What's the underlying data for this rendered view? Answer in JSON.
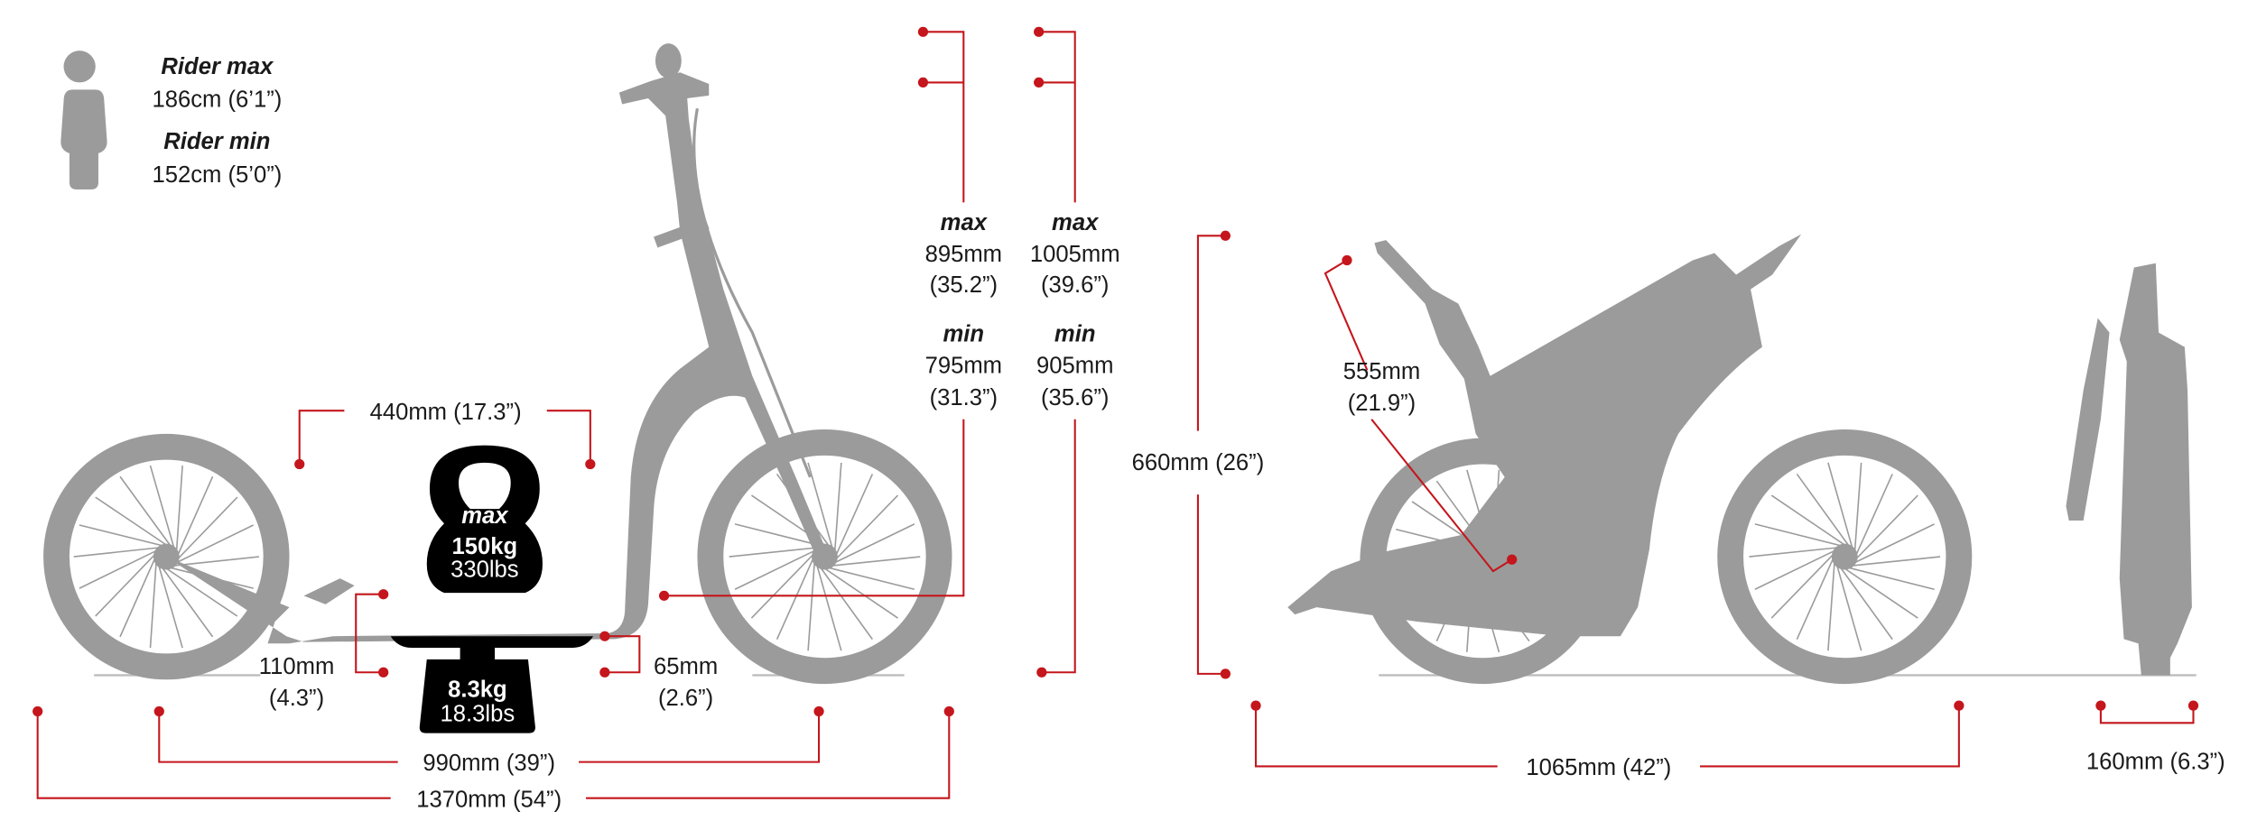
{
  "rider": {
    "max_label": "Rider max",
    "max_value": "186cm (6’1”)",
    "min_label": "Rider min",
    "min_value": "152cm (5’0”)"
  },
  "load": {
    "label": "max",
    "value": "150kg",
    "sub": "330lbs"
  },
  "weight": {
    "value": "8.3kg",
    "sub": "18.3lbs"
  },
  "dimensions": {
    "deck_length": "440mm (17.3”)",
    "deck_height": "110mm",
    "deck_height_in": "(4.3”)",
    "clearance": "65mm",
    "clearance_in": "(2.6”)",
    "wheelbase": "990mm (39”)",
    "length": "1370mm (54”)",
    "handlebar_1": {
      "max_label": "max",
      "max_mm": "895mm",
      "max_in": "(35.2”)",
      "min_label": "min",
      "min_mm": "795mm",
      "min_in": "(31.3”)"
    },
    "handlebar_2": {
      "max_label": "max",
      "max_mm": "1005mm",
      "max_in": "(39.6”)",
      "min_label": "min",
      "min_mm": "905mm",
      "min_in": "(35.6”)"
    },
    "folded_height": "660mm (26”)",
    "folded_bar": "555mm",
    "folded_bar_in": "(21.9”)",
    "folded_length": "1065mm (42”)",
    "folded_width": "160mm (6.3”)"
  },
  "colors": {
    "accent": "#c4161c",
    "silhouette": "#9b9b9b"
  }
}
